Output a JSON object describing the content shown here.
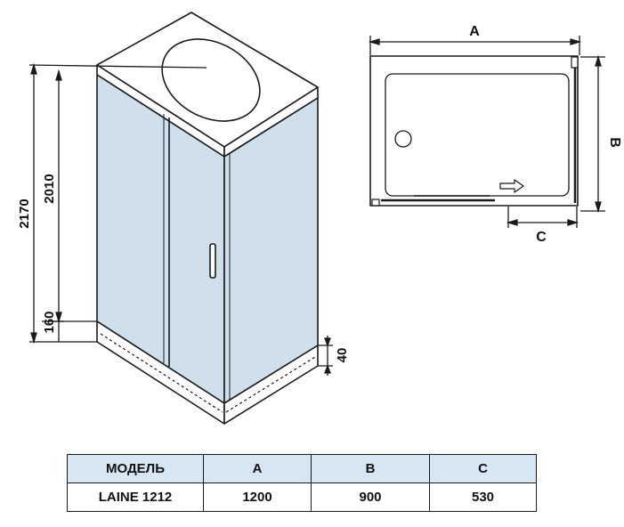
{
  "elevation": {
    "total_height_label": "2170",
    "cabin_height_label": "2010",
    "tray_height_label": "160",
    "base_height_label": "40"
  },
  "plan": {
    "width_label": "A",
    "depth_label": "B",
    "door_label": "C"
  },
  "spec_table": {
    "headers": [
      "МОДЕЛЬ",
      "A",
      "B",
      "C"
    ],
    "rows": [
      [
        "LAINE 1212",
        "1200",
        "900",
        "530"
      ]
    ]
  },
  "colors": {
    "glass": "#cfe0ec",
    "table_header_bg": "#d6e6f2",
    "line": "#1a1a1a"
  }
}
